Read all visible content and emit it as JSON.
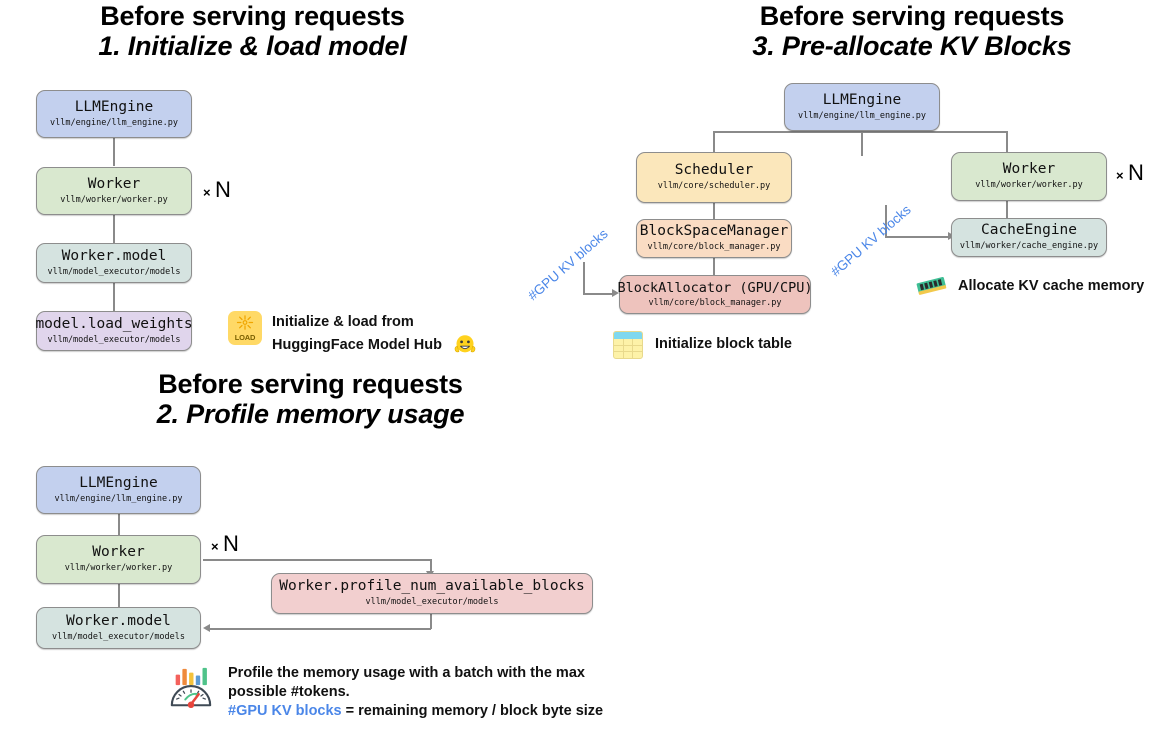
{
  "diagrams": [
    {
      "id": "initialize-load-model",
      "title_line1": "Before serving requests",
      "title_line2": "1. Initialize & load model",
      "nodes": [
        {
          "name": "LLMEngine",
          "path": "vllm/engine/llm_engine.py",
          "color": "#c3d0ee"
        },
        {
          "name": "Worker",
          "path": "vllm/worker/worker.py",
          "color": "#d9e8cf"
        },
        {
          "name": "Worker.model",
          "path": "vllm/model_executor/models",
          "color": "#d5e3e0"
        },
        {
          "name": "model.load_weights",
          "path": "vllm/model_executor/models",
          "color": "#e0d5ec"
        }
      ],
      "multiplier": "× N",
      "legend": {
        "icon": "load-icon",
        "text_line1": "Initialize & load from",
        "text_line2": "HuggingFace Model Hub",
        "trailing_icon": "hugging-face-icon"
      }
    },
    {
      "id": "profile-memory-usage",
      "title_line1": "Before serving requests",
      "title_line2": "2. Profile memory usage",
      "nodes": [
        {
          "name": "LLMEngine",
          "path": "vllm/engine/llm_engine.py",
          "color": "#c3d0ee"
        },
        {
          "name": "Worker",
          "path": "vllm/worker/worker.py",
          "color": "#d9e8cf"
        },
        {
          "name": "Worker.model",
          "path": "vllm/model_executor/models",
          "color": "#d5e3e0"
        },
        {
          "name": "Worker.profile_num_available_blocks",
          "path": "vllm/model_executor/models",
          "color": "#f2cfcf"
        }
      ],
      "multiplier": "× N",
      "legend": {
        "icon": "gauge-icon",
        "text_line1": "Profile the memory usage with a batch with the max",
        "text_line2": "possible #tokens.",
        "text_line3_blue": "#GPU KV blocks",
        "text_line3_rest": " = remaining memory / block byte size"
      }
    },
    {
      "id": "pre-allocate-kv-blocks",
      "title_line1": "Before serving requests",
      "title_line2": "3. Pre-allocate KV Blocks",
      "nodes": [
        {
          "name": "LLMEngine",
          "path": "vllm/engine/llm_engine.py",
          "color": "#c3d0ee"
        },
        {
          "name": "Scheduler",
          "path": "vllm/core/scheduler.py",
          "color": "#fbe7bb"
        },
        {
          "name": "BlockSpaceManager",
          "path": "vllm/core/block_manager.py",
          "color": "#fadcc3"
        },
        {
          "name": "BlockAllocator (GPU/CPU)",
          "path": "vllm/core/block_manager.py",
          "color": "#eec3bd"
        },
        {
          "name": "Worker",
          "path": "vllm/worker/worker.py",
          "color": "#d9e8cf"
        },
        {
          "name": "CacheEngine",
          "path": "vllm/worker/cache_engine.py",
          "color": "#d5e3e0"
        }
      ],
      "multiplier": "× N",
      "edge_labels": [
        "#GPU KV blocks",
        "#GPU KV blocks"
      ],
      "legend_left": {
        "icon": "block-table-icon",
        "text": "Initialize block table"
      },
      "legend_right": {
        "icon": "ram-icon",
        "text": "Allocate KV cache memory"
      }
    }
  ],
  "colors": {
    "blue_label": "#4a86e8",
    "connector": "#8a8a8a",
    "node_border": "#8d8d8d"
  }
}
